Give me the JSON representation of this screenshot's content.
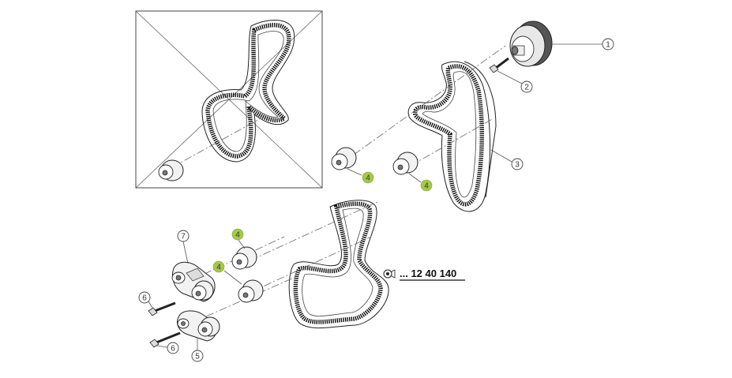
{
  "callouts": {
    "c1": "1",
    "c2": "2",
    "c3": "3",
    "c4a": "4",
    "c4b": "4",
    "c4c": "4",
    "c4d": "4",
    "c5": "5",
    "c6a": "6",
    "c6b": "6",
    "c7": "7"
  },
  "reference": {
    "text": "... 12 40 140",
    "icon": "camera-lens-icon"
  },
  "colors": {
    "highlight": "#a5c84a",
    "line": "#222222"
  }
}
